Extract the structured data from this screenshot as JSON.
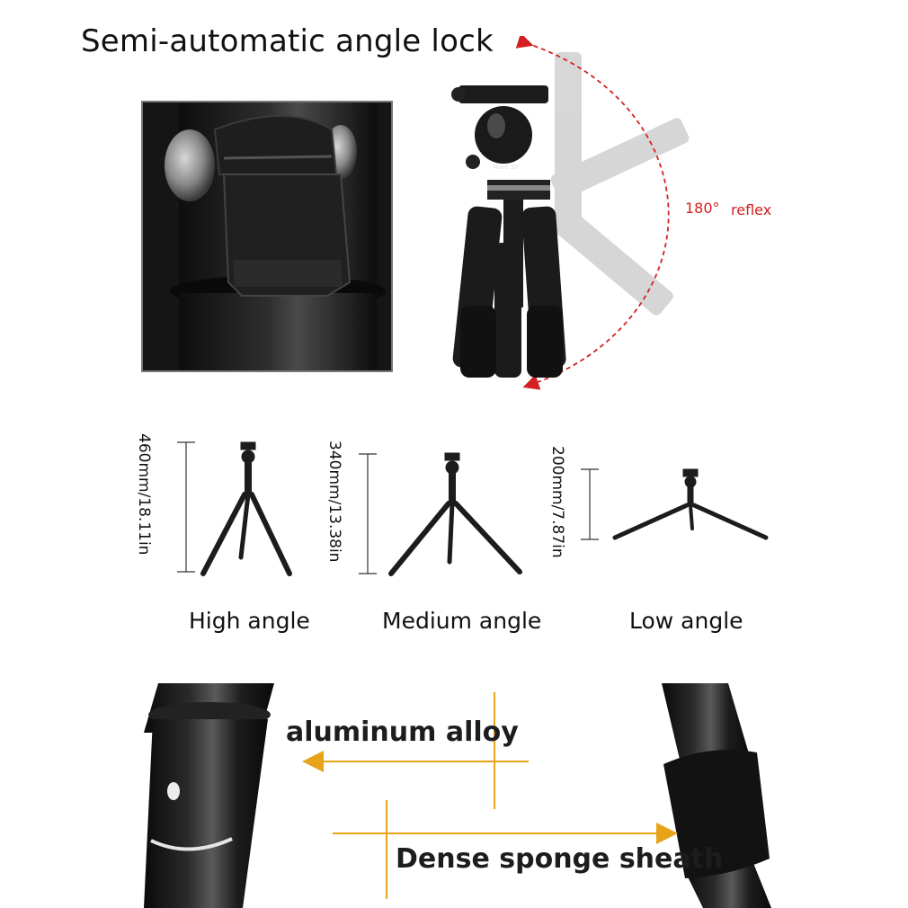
{
  "title": "Semi-automatic angle lock",
  "reflex": {
    "angle": "180°",
    "word": "reflex",
    "arrow_color": "#d42020"
  },
  "head_brand": "Mate 10",
  "angles": [
    {
      "label": "High angle",
      "height": "460mm/18.11in"
    },
    {
      "label": "Medium angle",
      "height": "340mm/13.38in"
    },
    {
      "label": "Low angle",
      "height": "200mm/7.87in"
    }
  ],
  "callouts": {
    "material": "aluminum alloy",
    "sheath": "Dense sponge sheath",
    "arrow_color": "#e7a419"
  }
}
